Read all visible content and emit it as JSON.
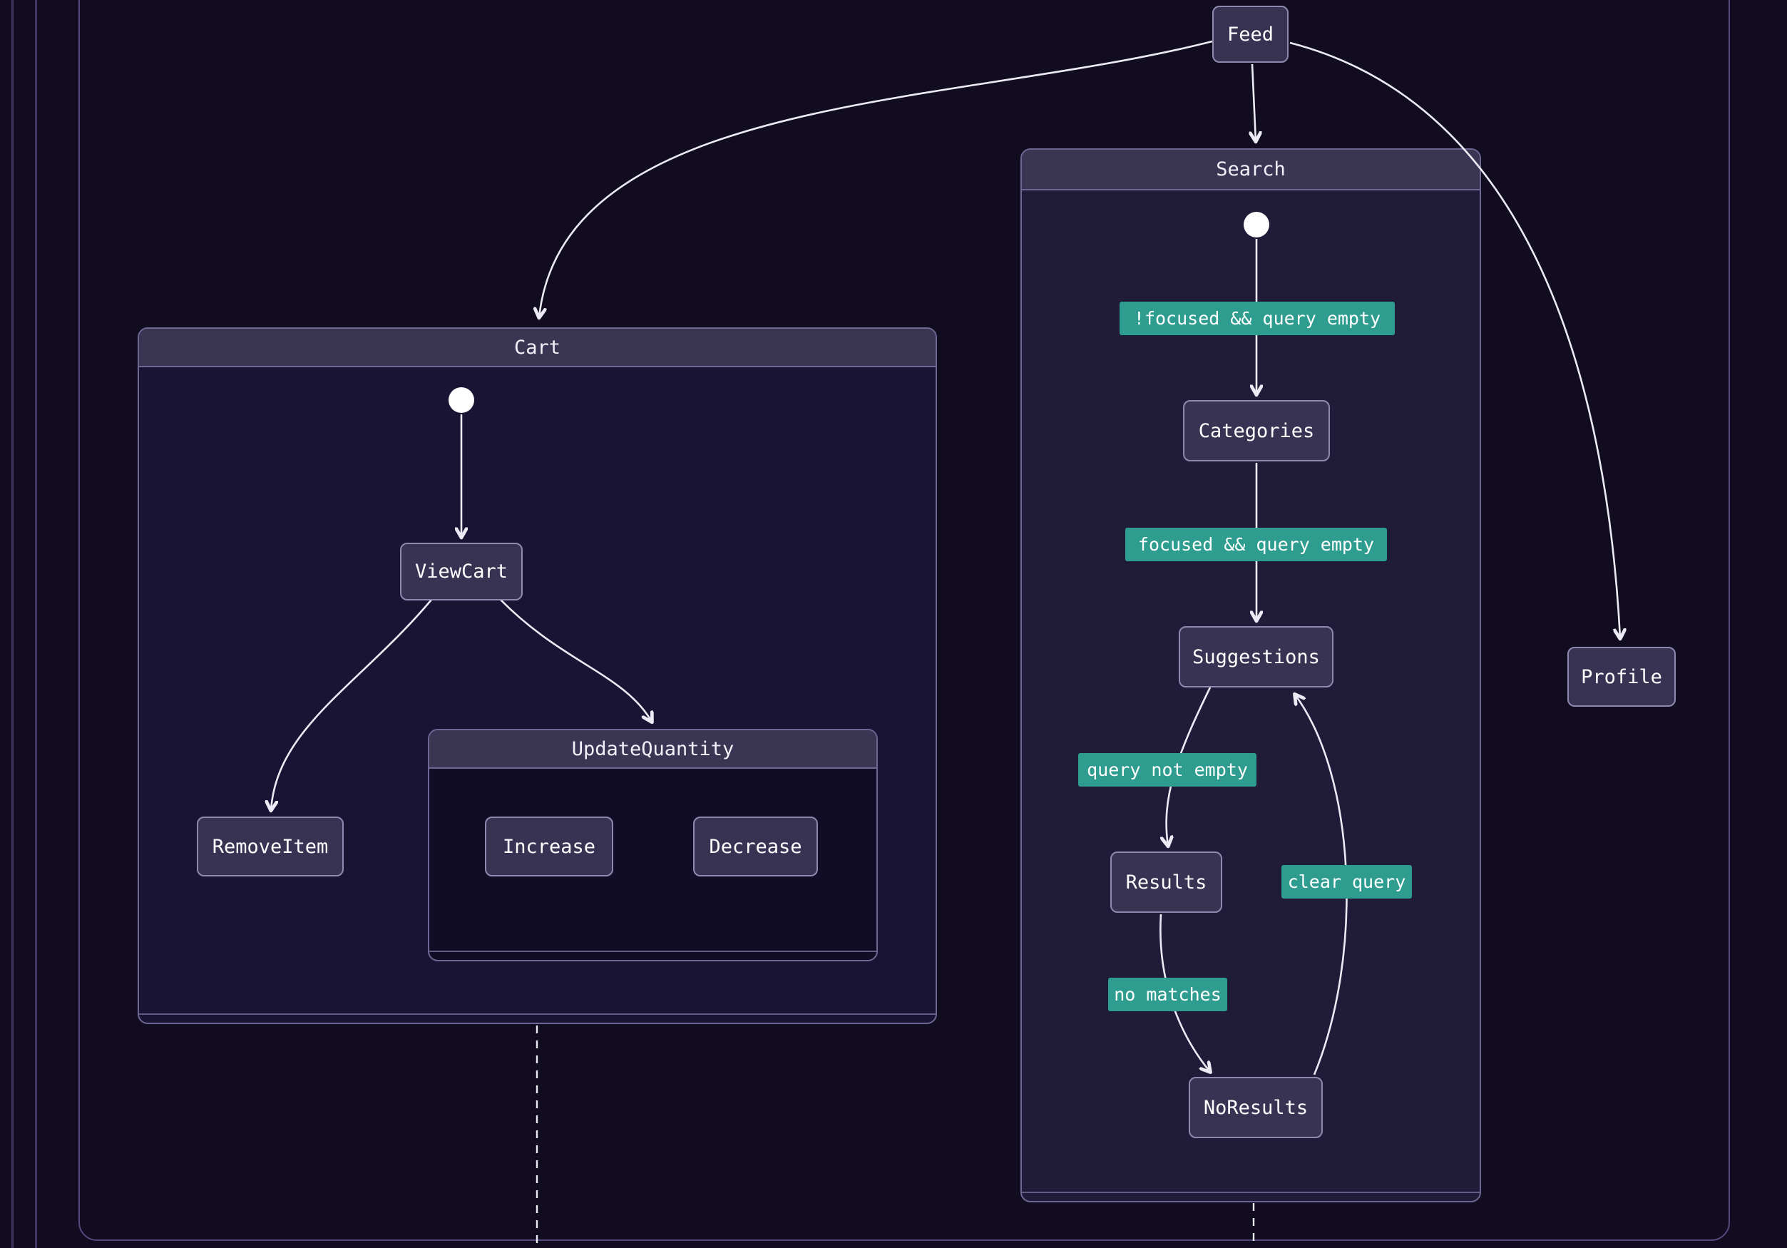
{
  "diagram_type": "statechart",
  "nodes": {
    "feed": {
      "label": "Feed"
    },
    "cart": {
      "label": "Cart"
    },
    "search": {
      "label": "Search"
    },
    "profile": {
      "label": "Profile"
    },
    "view_cart": {
      "label": "ViewCart"
    },
    "remove_item": {
      "label": "RemoveItem"
    },
    "update_quantity": {
      "label": "UpdateQuantity"
    },
    "increase": {
      "label": "Increase"
    },
    "decrease": {
      "label": "Decrease"
    },
    "categories": {
      "label": "Categories"
    },
    "suggestions": {
      "label": "Suggestions"
    },
    "results": {
      "label": "Results"
    },
    "no_results": {
      "label": "NoResults"
    }
  },
  "transitions": {
    "search_initial_to_categories": {
      "label": "!focused && query empty"
    },
    "categories_to_suggestions": {
      "label": "focused && query empty"
    },
    "suggestions_to_results": {
      "label": "query not empty"
    },
    "results_to_no_results": {
      "label": "no matches"
    },
    "no_results_to_suggestions": {
      "label": "clear query"
    }
  },
  "colors": {
    "background": "#110c20",
    "event_badge": "#2e9d8f",
    "node_fill": "#383253",
    "node_border": "#8f89b0",
    "container_border": "#6e6794",
    "arrow": "#eceaf4"
  }
}
